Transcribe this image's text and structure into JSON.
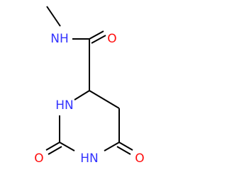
{
  "molecule": {
    "atoms": {
      "amide_nh": "NH",
      "ring_nh_left": "HN",
      "ring_nh_bottom": "HN",
      "amide_o": "O",
      "urea_o": "O",
      "lactam_o": "O"
    }
  },
  "colors": {
    "bond": "#000000",
    "nitrogen": "#3333ff",
    "oxygen": "#ff0d0d",
    "background": "#ffffff"
  }
}
